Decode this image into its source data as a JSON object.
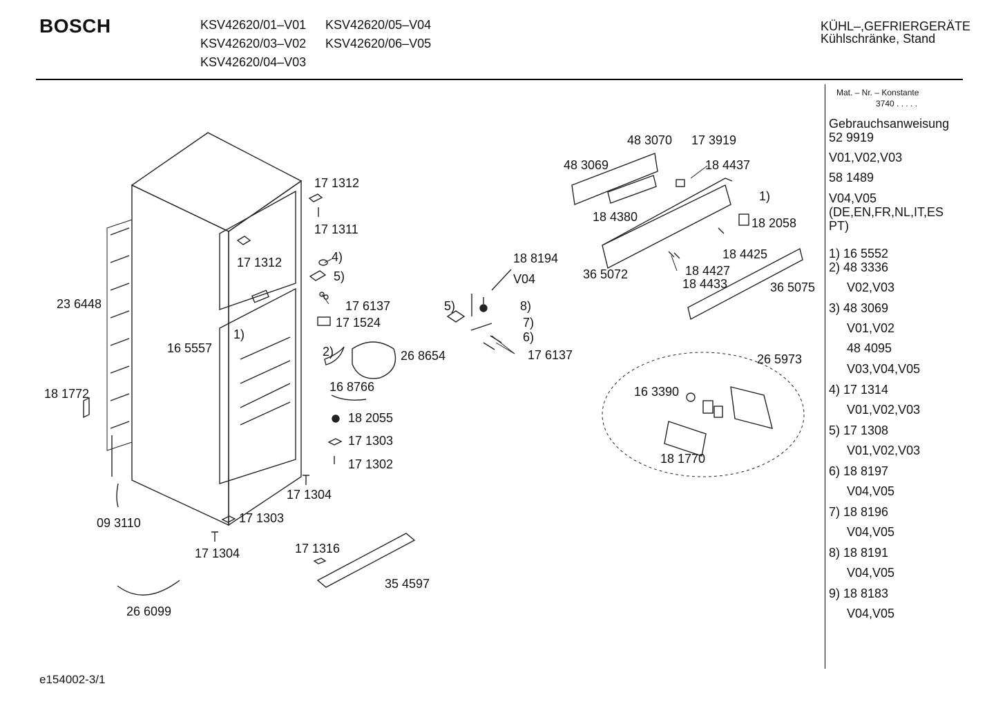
{
  "header": {
    "brand": "BOSCH",
    "models": [
      "KSV42620/01–V01",
      "KSV42620/05–V04",
      "KSV42620/03–V02",
      "KSV42620/06–V05",
      "KSV42620/04–V03"
    ],
    "category_line1": "KÜHL–,GEFRIERGERÄTE",
    "category_line2": "Kühlschränke, Stand"
  },
  "sidebar": {
    "mat_label": "Mat. – Nr. – Konstante",
    "mat_value": "3740  .  .  .  .  .",
    "lines": [
      "Gebrauchsanweisung",
      "52 9919",
      "V01,V02,V03",
      "58 1489",
      "V04,V05",
      "(DE,EN,FR,NL,IT,ES",
      "PT)",
      "1)  16 5552",
      "2)  48 3336",
      "V02,V03",
      "3)  48 3069",
      "V01,V02",
      "48 4095",
      "V03,V04,V05",
      "4)  17 1314",
      "V01,V02,V03",
      "5)  17 1308",
      "V01,V02,V03",
      "6)  18 8197",
      "V04,V05",
      "7)  18 8196",
      "V04,V05",
      "8)  18 8191",
      "V04,V05",
      "9)  18 8183",
      "V04,V05"
    ]
  },
  "labels": [
    "17 1312",
    "17 1311",
    "17 1312",
    "4)",
    "5)",
    "17 6137",
    "23 6448",
    "17 1524",
    "16 5557",
    "1)",
    "2)",
    "26 8654",
    "16 8766",
    "18 1772",
    "18 2055",
    "17 1303",
    "17 1302",
    "17 1304",
    "09 3110",
    "17 1303",
    "17 1304",
    "17 1316",
    "35 4597",
    "26 6099",
    "18 8194",
    "V04",
    "5)",
    "8)",
    "7)",
    "6)",
    "17 6137",
    "48 3070",
    "17 3919",
    "48 3069",
    "18 4437",
    "1)",
    "18 2058",
    "18 4380",
    "18 4425",
    "36 5072",
    "18 4427",
    "18 4433",
    "36 5075",
    "26 5973",
    "16 3390",
    "18 1770"
  ],
  "footer": {
    "code": "e154002-3/1"
  }
}
